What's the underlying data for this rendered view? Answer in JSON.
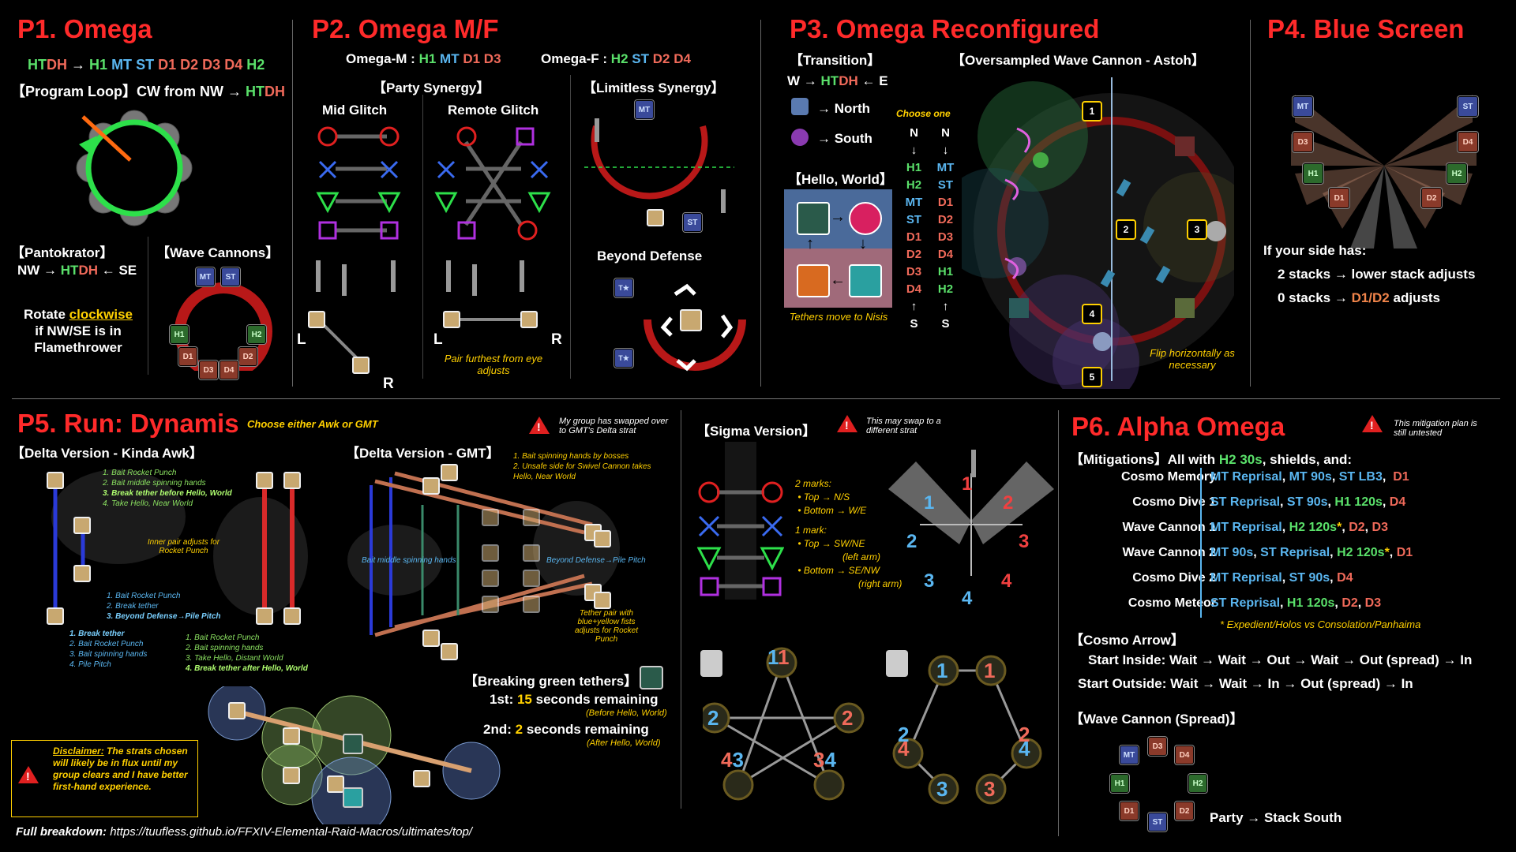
{
  "p1": {
    "title": "P1. Omega",
    "order": [
      "HT",
      "DH",
      "→",
      "H1",
      "MT",
      "ST",
      "D1",
      "D2",
      "D3",
      "D4",
      "H2"
    ],
    "loop": "【Program Loop】CW from NW →",
    "loop_end": [
      "HT",
      "DH"
    ],
    "panto_title": "【Pantokrator】",
    "panto": [
      "NW →",
      "HT",
      "DH",
      "← SE"
    ],
    "wave_title": "【Wave Cannons】",
    "rotate": [
      "Rotate",
      "clockwise",
      "if NW/SE is in",
      "Flamethrower"
    ]
  },
  "p2": {
    "title": "P2. Omega M/F",
    "m_label": "Omega-M :",
    "m_roles": [
      "H1",
      "MT",
      "D1",
      "D3"
    ],
    "f_label": "Omega-F :",
    "f_roles": [
      "H2",
      "ST",
      "D2",
      "D4"
    ],
    "party": "【Party Synergy】",
    "limitless": "【Limitless Synergy】",
    "mid": "Mid Glitch",
    "remote": "Remote Glitch",
    "beyond": "Beyond Defense",
    "L": "L",
    "R": "R",
    "pair_note": "Pair furthest from eye adjusts",
    "tstar": "T★"
  },
  "p3": {
    "title": "P3. Omega Reconfigured",
    "transition": "【Transition】",
    "we": [
      "W →",
      "HT",
      "DH",
      "← E"
    ],
    "north": "→ North",
    "south": "→ South",
    "hello": "【Hello, World】",
    "tethers": "Tethers move to Nisis",
    "wave": "【Oversampled Wave Cannon - Astoh】",
    "choose": "Choose one",
    "col1": [
      "N",
      "↓",
      "H1",
      "H2",
      "MT",
      "ST",
      "D1",
      "D2",
      "D3",
      "D4",
      "↑",
      "S"
    ],
    "col2": [
      "N",
      "↓",
      "MT",
      "ST",
      "D1",
      "D2",
      "D3",
      "D4",
      "H1",
      "H2",
      "↑",
      "S"
    ],
    "flip": "Flip horizontally as necessary",
    "markers": [
      "1",
      "2",
      "3",
      "4",
      "5"
    ]
  },
  "p4": {
    "title": "P4. Blue Screen",
    "roles": [
      "MT",
      "ST",
      "D3",
      "D4",
      "H1",
      "H2",
      "D1",
      "D2"
    ],
    "if": "If your side has:",
    "l1": "2 stacks → lower stack adjusts",
    "l2a": "0 stacks →",
    "l2b": "D1/D2",
    "l2c": "adjusts"
  },
  "p5": {
    "title": "P5. Run: Dynamis",
    "choose": "Choose either Awk or GMT",
    "delta_awk": "【Delta Version - Kinda Awk】",
    "delta_gmt": "【Delta Version - GMT】",
    "warn1": "My group has swapped over to GMT's Delta strat",
    "awk_a": [
      "1. Bait Rocket Punch",
      "2. Bait middle spinning hands",
      "3. Break tether before Hello, World",
      "4. Take Hello, Near World"
    ],
    "awk_inner": "Inner pair adjusts for Rocket Punch",
    "awk_b": [
      "1. Bait Rocket Punch",
      "2. Break tether",
      "3. Beyond Defense→Pile Pitch"
    ],
    "awk_c": [
      "1. Break tether",
      "2. Bait Rocket Punch",
      "3. Bait spinning hands",
      "4. Pile Pitch"
    ],
    "awk_d": [
      "1. Bait Rocket Punch",
      "2. Bait spinning hands",
      "3. Take Hello, Distant World",
      "4. Break tether after Hello, World"
    ],
    "gmt_a": [
      "1. Bait spinning hands by bosses",
      "2. Unsafe side for Swivel Cannon takes Hello, Near World"
    ],
    "gmt_mid": "Bait middle spinning hands",
    "gmt_beyond": "Beyond Defense→Pile Pitch",
    "gmt_tether": "Tether pair with blue+yellow fists adjusts for Rocket Punch",
    "break_title": "【Breaking green tethers】",
    "b1a": "1st:",
    "b1b": "15",
    "b1c": "seconds remaining",
    "b1n": "(Before Hello, World)",
    "b2a": "2nd:",
    "b2b": "2",
    "b2c": "seconds remaining",
    "b2n": "(After Hello, World)",
    "disc_a": "Disclaimer:",
    "disc_b": "The strats chosen will likely be in flux until my group clears and I have better first-hand experience.",
    "full_a": "Full breakdown:",
    "full_b": "https://tuufless.github.io/FFXIV-Elemental-Raid-Macros/ultimates/top/"
  },
  "sigma": {
    "title": "【Sigma Version】",
    "warn": "This may swap to a different strat",
    "two": "2 marks:",
    "two_a": "Top → N/S",
    "two_b": "Bottom → W/E",
    "one": "1 mark:",
    "one_a": "Top → SW/NE",
    "one_a2": "(left arm)",
    "one_b": "Bottom → SE/NW",
    "one_b2": "(right arm)",
    "nums": [
      "1",
      "2",
      "3",
      "4",
      "1",
      "2",
      "3",
      "4"
    ],
    "penta1": [
      "1",
      "1",
      "2",
      "2",
      "4",
      "3",
      "3",
      "4"
    ],
    "penta2": [
      "1",
      "1",
      "2",
      "2",
      "4",
      "3",
      "3",
      "4"
    ]
  },
  "p6": {
    "title": "P6. Alpha Omega",
    "warn": "This mitigation plan is still untested",
    "mit_head": "【Mitigations】All with",
    "mit_h2": "H2 30s",
    ",": ", shields, and:",
    "rows": [
      {
        "name": "Cosmo Memory",
        "parts": [
          [
            "MT Reprisal",
            "T"
          ],
          [
            ", ",
            "W"
          ],
          [
            "MT 90s",
            "T"
          ],
          [
            ", ",
            "W"
          ],
          [
            "ST LB3",
            "T"
          ],
          [
            ",  ",
            "W"
          ],
          [
            "D1",
            "D"
          ]
        ]
      },
      {
        "name": "Cosmo Dive 1",
        "parts": [
          [
            "ST Reprisal",
            "T"
          ],
          [
            ", ",
            "W"
          ],
          [
            "ST 90s",
            "T"
          ],
          [
            ", ",
            "W"
          ],
          [
            "H1 120s",
            "H"
          ],
          [
            ", ",
            "W"
          ],
          [
            "D4",
            "D"
          ]
        ]
      },
      {
        "name": "Wave Cannon 1",
        "parts": [
          [
            "MT Reprisal",
            "T"
          ],
          [
            ", ",
            "W"
          ],
          [
            "H2 120s",
            "H"
          ],
          [
            "*",
            "Y"
          ],
          [
            ", ",
            "W"
          ],
          [
            "D2",
            "D"
          ],
          [
            ", ",
            "W"
          ],
          [
            "D3",
            "D"
          ]
        ]
      },
      {
        "name": "Wave Cannon 2",
        "parts": [
          [
            "MT 90s",
            "T"
          ],
          [
            ", ",
            "W"
          ],
          [
            "ST Reprisal",
            "T"
          ],
          [
            ", ",
            "W"
          ],
          [
            "H2 120s",
            "H"
          ],
          [
            "*",
            "Y"
          ],
          [
            ", ",
            "W"
          ],
          [
            "D1",
            "D"
          ]
        ]
      },
      {
        "name": "Cosmo Dive 2",
        "parts": [
          [
            "MT Reprisal",
            "T"
          ],
          [
            ", ",
            "W"
          ],
          [
            "ST 90s",
            "T"
          ],
          [
            ", ",
            "W"
          ],
          [
            "D4",
            "D"
          ]
        ]
      },
      {
        "name": "Cosmo Meteor",
        "parts": [
          [
            "ST Reprisal",
            "T"
          ],
          [
            ", ",
            "W"
          ],
          [
            "H1 120s",
            "H"
          ],
          [
            ", ",
            "W"
          ],
          [
            "D2",
            "D"
          ],
          [
            ", ",
            "W"
          ],
          [
            "D3",
            "D"
          ]
        ]
      }
    ],
    "star": "* Expedient/Holos vs Consolation/Panhaima",
    "arrow": "【Cosmo Arrow】",
    "inside": "Start Inside: Wait → Wait → Out → Wait → Out (spread) → In",
    "outside": "Start Outside: Wait → Wait → In → Out (spread) → In",
    "spread": "【Wave Cannon (Spread)】",
    "stack": "Party → Stack South",
    "roles": [
      "MT",
      "D3",
      "D4",
      "H1",
      "H2",
      "D1",
      "ST",
      "D2"
    ]
  }
}
